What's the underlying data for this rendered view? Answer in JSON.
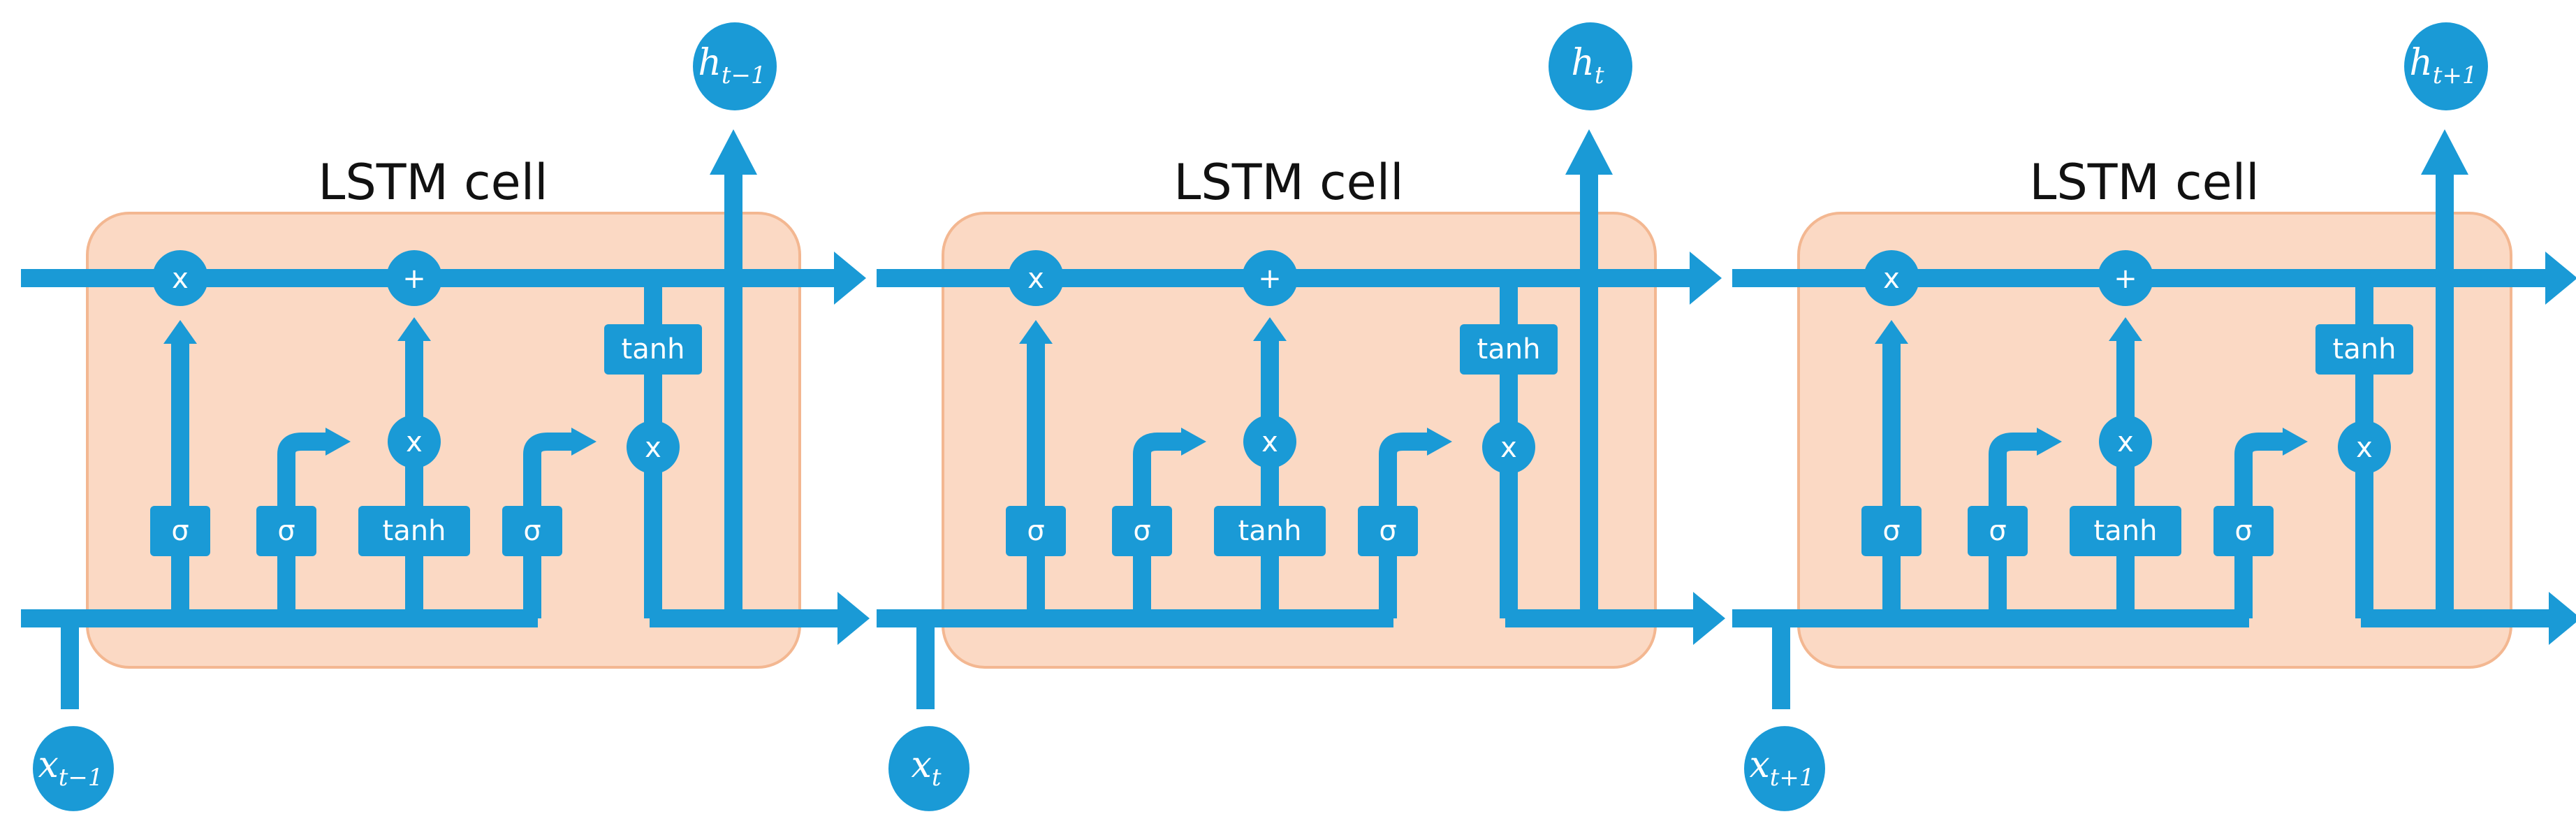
{
  "colors": {
    "flow": "#1a9ad6",
    "cell_fill": "#fbd9c4",
    "cell_border": "#f3b791",
    "text": "#111111"
  },
  "cells": [
    {
      "title": "LSTM cell",
      "input": {
        "main": "x",
        "sub": "t−1"
      },
      "output": {
        "main": "h",
        "sub": "t−1"
      },
      "ops": {
        "forget": "x",
        "add": "+",
        "candidate": "x",
        "output": "x"
      },
      "gates": [
        "σ",
        "σ",
        "tanh",
        "σ"
      ],
      "out_activation": "tanh"
    },
    {
      "title": "LSTM cell",
      "input": {
        "main": "x",
        "sub": "t"
      },
      "output": {
        "main": "h",
        "sub": "t"
      },
      "ops": {
        "forget": "x",
        "add": "+",
        "candidate": "x",
        "output": "x"
      },
      "gates": [
        "σ",
        "σ",
        "tanh",
        "σ"
      ],
      "out_activation": "tanh"
    },
    {
      "title": "LSTM cell",
      "input": {
        "main": "x",
        "sub": "t+1"
      },
      "output": {
        "main": "h",
        "sub": "t+1"
      },
      "ops": {
        "forget": "x",
        "add": "+",
        "candidate": "x",
        "output": "x"
      },
      "gates": [
        "σ",
        "σ",
        "tanh",
        "σ"
      ],
      "out_activation": "tanh"
    }
  ]
}
